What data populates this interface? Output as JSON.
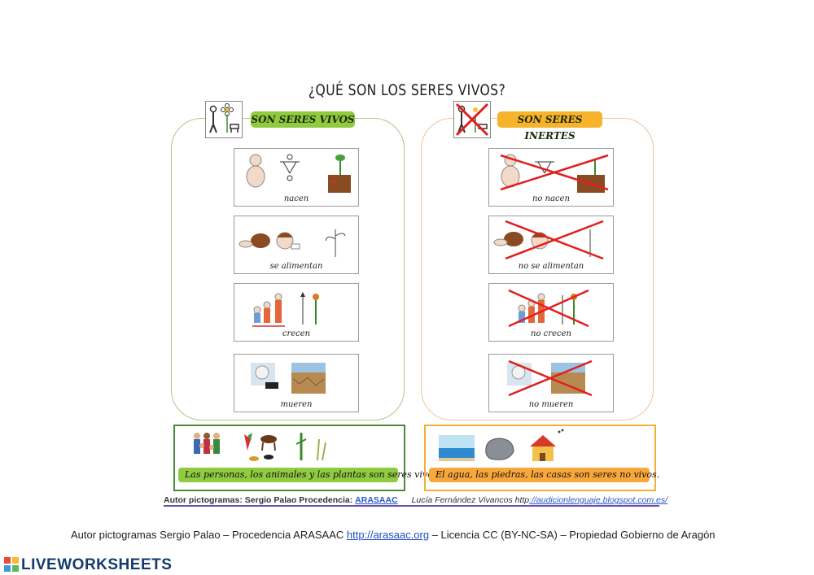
{
  "title": "¿QUÉ SON LOS SERES VIVOS?",
  "vivos": {
    "header": "SON SERES VIVOS",
    "cards": [
      {
        "label": "nacen"
      },
      {
        "label": "se alimentan"
      },
      {
        "label": "crecen"
      },
      {
        "label": "mueren"
      }
    ],
    "example": "Las personas, los animales y las plantas son seres vivos."
  },
  "inertes": {
    "header": "SON SERES INERTES",
    "cards": [
      {
        "label": "no nacen"
      },
      {
        "label": "no se alimentan"
      },
      {
        "label": "no crecen"
      },
      {
        "label": "no mueren"
      }
    ],
    "example": "El agua, las piedras, las casas son seres no vivos."
  },
  "credits_line": {
    "author_label": "Autor pictogramas: Sergio Palao Procedencia:",
    "source_link": "ARASAAC",
    "person": "Lucía Fernández Vivancos http",
    "blog_link": "://audicionlenguaje.blogspot.com.es/"
  },
  "footer": {
    "text_before": "Autor pictogramas Sergio Palao – Procedencia ARASAAC",
    "link": "http://arasaac.org",
    "text_after": "– Licencia CC (BY-NC-SA) – Propiedad Gobierno de Aragón"
  },
  "brand": "LIVEWORKSHEETS",
  "colors": {
    "green": "#8fca3f",
    "orange": "#f8b32c",
    "cross_red": "#e02020",
    "brand_blue": "#153b6d"
  }
}
